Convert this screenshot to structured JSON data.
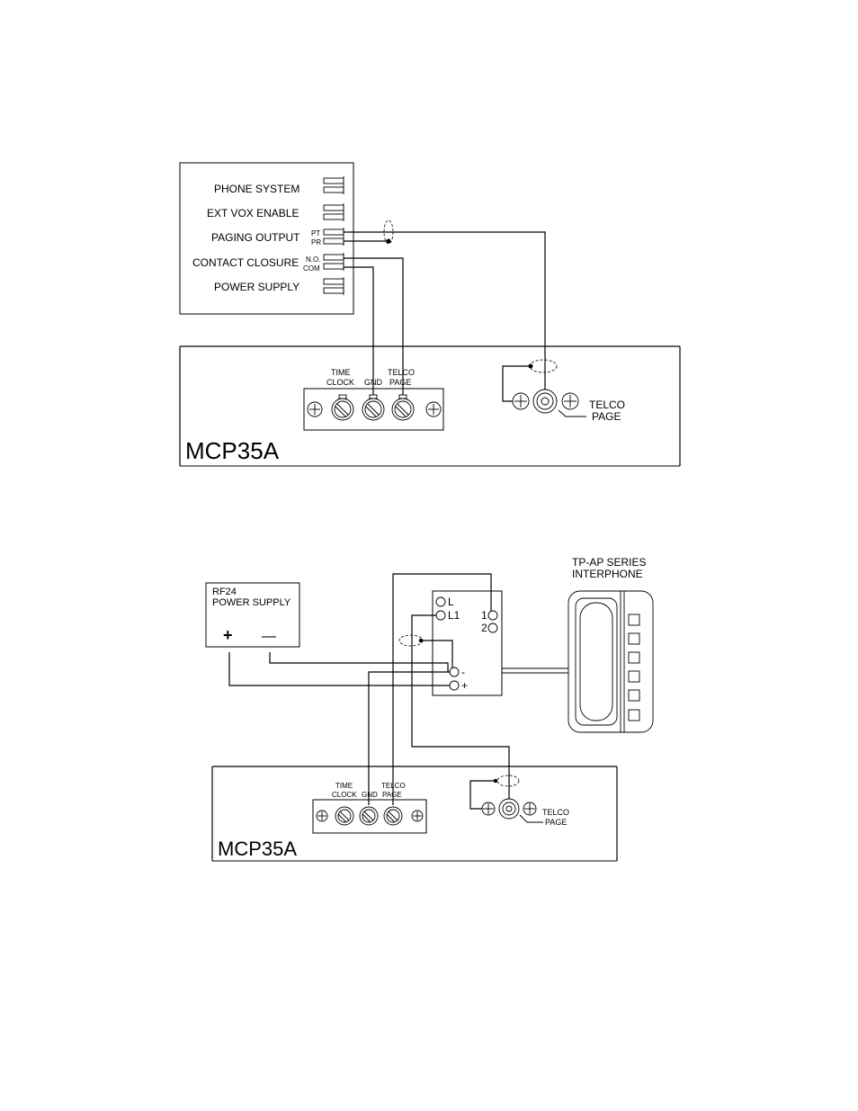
{
  "diagram1": {
    "panel_labels": {
      "phone_system": "PHONE SYSTEM",
      "ext_vox_enable": "EXT VOX ENABLE",
      "paging_output": "PAGING OUTPUT",
      "contact_closure": "CONTACT CLOSURE",
      "power_supply": "POWER SUPPLY"
    },
    "pins": {
      "pt": "PT",
      "pr": "PR",
      "no": "N.O.",
      "com": "COM"
    },
    "terminal_labels": {
      "time": "TIME",
      "clock": "CLOCK",
      "gnd": "GND",
      "telco": "TELCO",
      "page": "PAGE"
    },
    "jack_labels": {
      "telco": "TELCO",
      "page": "PAGE"
    },
    "unit_name": "MCP35A"
  },
  "diagram2": {
    "power_supply": {
      "line1": "RF24",
      "line2": "POWER SUPPLY",
      "plus": "+",
      "minus": "—"
    },
    "interface_box": {
      "l": "L",
      "l1": "L1",
      "one": "1",
      "two": "2",
      "minus": "-",
      "plus": "+"
    },
    "interphone": {
      "line1": "TP-AP SERIES",
      "line2": "INTERPHONE"
    },
    "terminal_labels": {
      "time": "TIME",
      "clock": "CLOCK",
      "gnd": "GND",
      "telco": "TELCO",
      "page": "PAGE"
    },
    "jack_labels": {
      "telco": "TELCO",
      "page": "PAGE"
    },
    "unit_name": "MCP35A"
  }
}
